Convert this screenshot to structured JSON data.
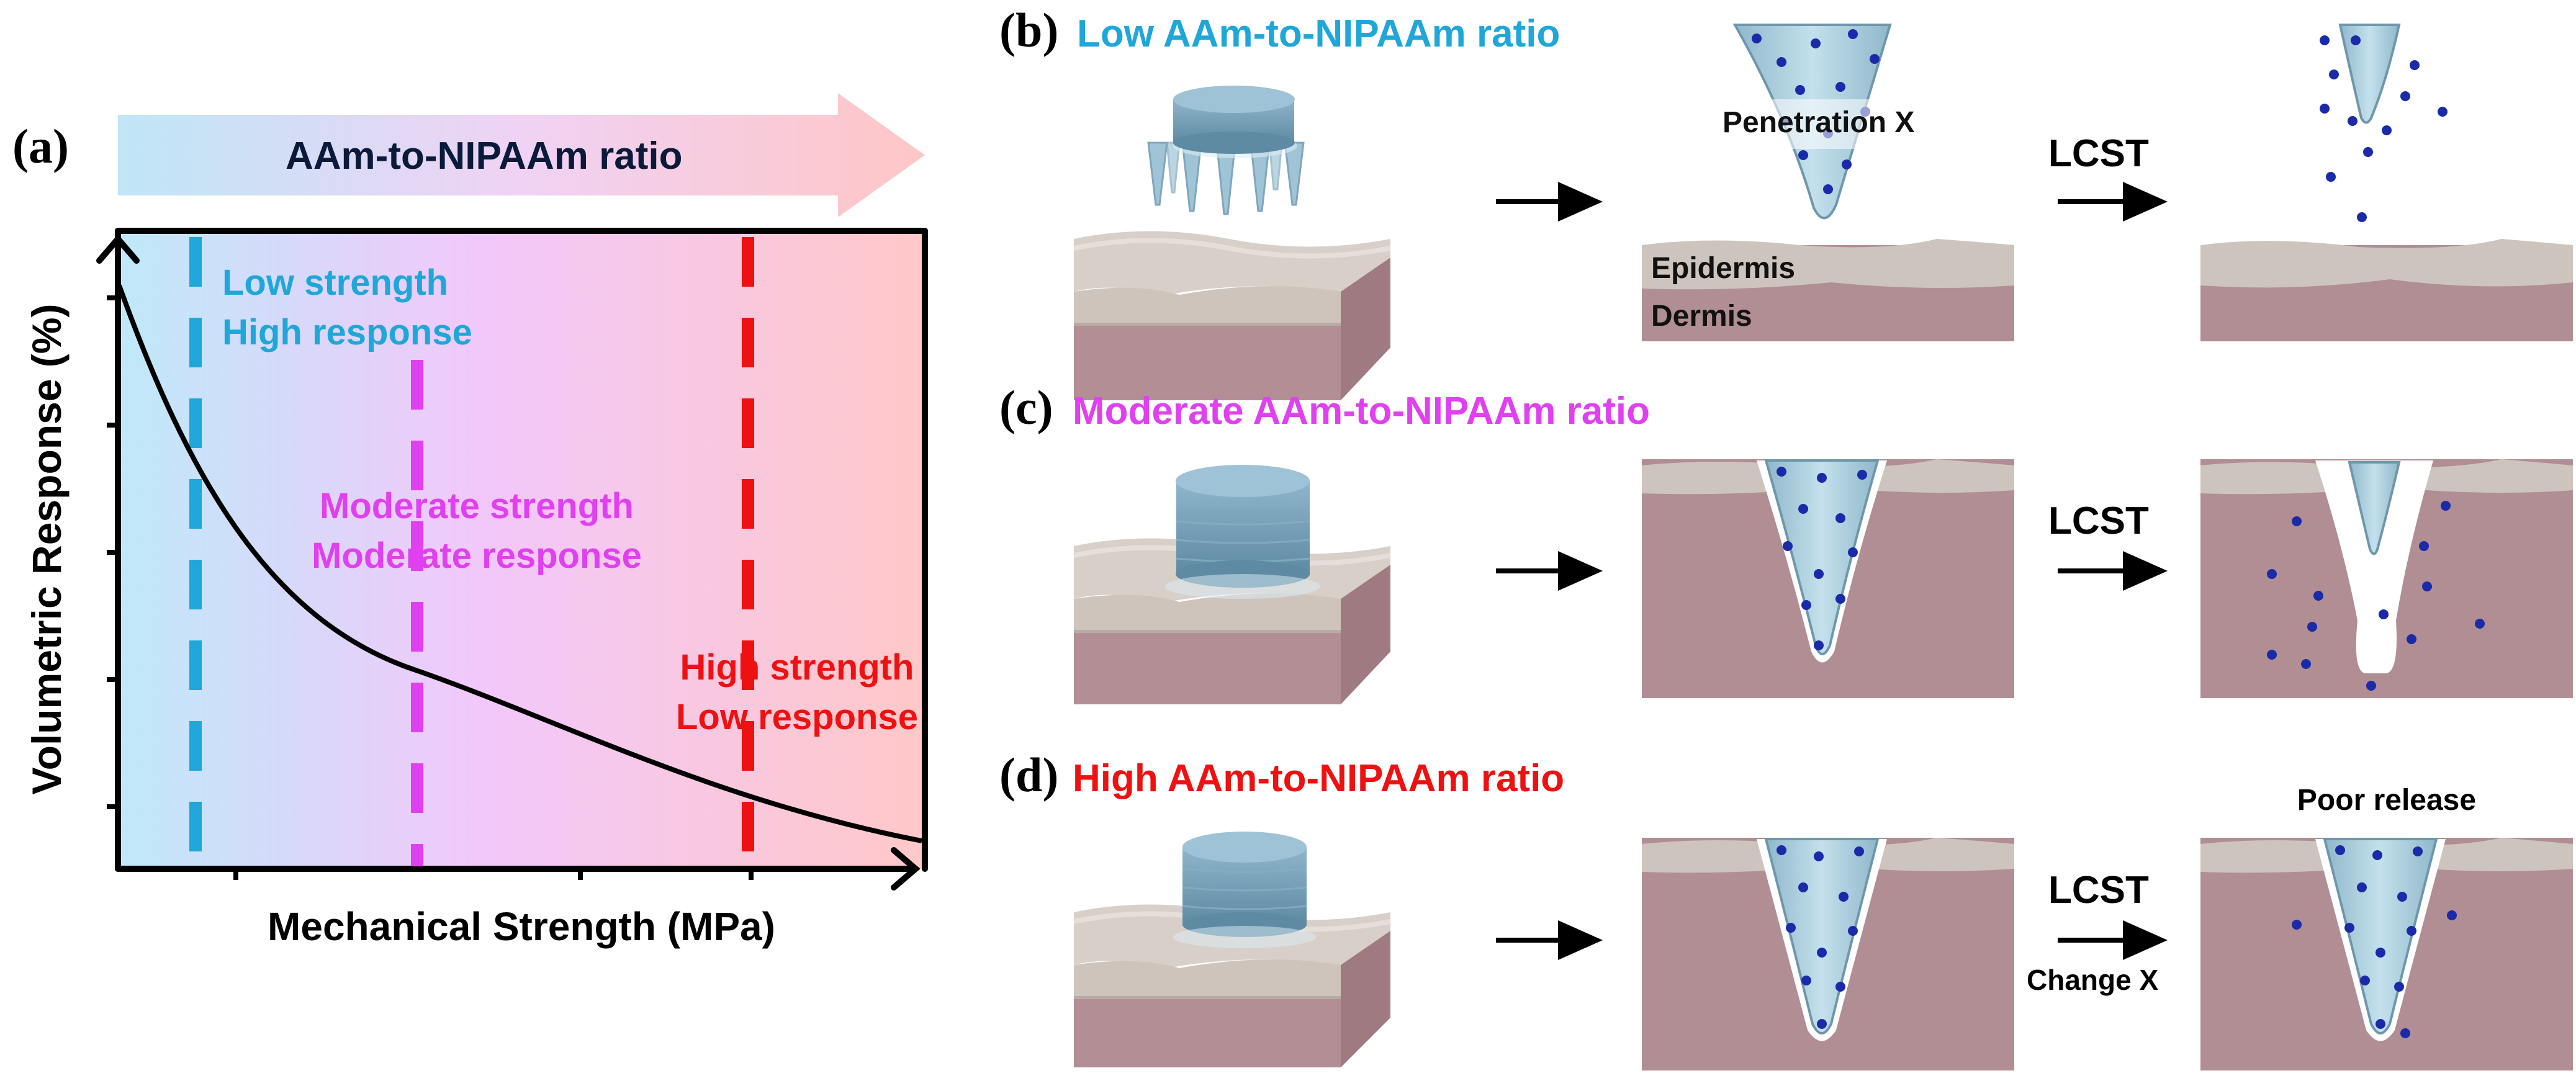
{
  "panels": {
    "a": {
      "label": "(a)",
      "arrow_text": "AAm-to-NIPAAm ratio",
      "y_axis_label": "Volumetric Response (%)",
      "x_axis_label": "Mechanical Strength (MPa)",
      "zones": [
        {
          "line1": "Low strength",
          "line2": "High response",
          "color": "#1ea7d8"
        },
        {
          "line1": "Moderate strength",
          "line2": "Moderate response",
          "color": "#e040f0"
        },
        {
          "line1": "High strength",
          "line2": "Low response",
          "color": "#ee1111"
        }
      ]
    },
    "b": {
      "label": "(b)",
      "title": "Low AAm-to-NIPAAm ratio",
      "title_color": "#1ea7d8",
      "penetration_label": "Penetration X",
      "lcst_label": "LCST",
      "epidermis_label": "Epidermis",
      "dermis_label": "Dermis"
    },
    "c": {
      "label": "(c)",
      "title": "Moderate AAm-to-NIPAAm ratio",
      "title_color": "#e040f0",
      "lcst_label": "LCST"
    },
    "d": {
      "label": "(d)",
      "title": "High AAm-to-NIPAAm ratio",
      "title_color": "#ee1111",
      "lcst_label": "LCST",
      "change_label": "Change X",
      "release_label": "Poor release"
    }
  },
  "colors": {
    "dot": "#1a2aa8",
    "needle": "#a9cbd9",
    "epidermis": "#cdc4bd",
    "dermis": "#b08e94",
    "patch": "#7fa6bd"
  }
}
